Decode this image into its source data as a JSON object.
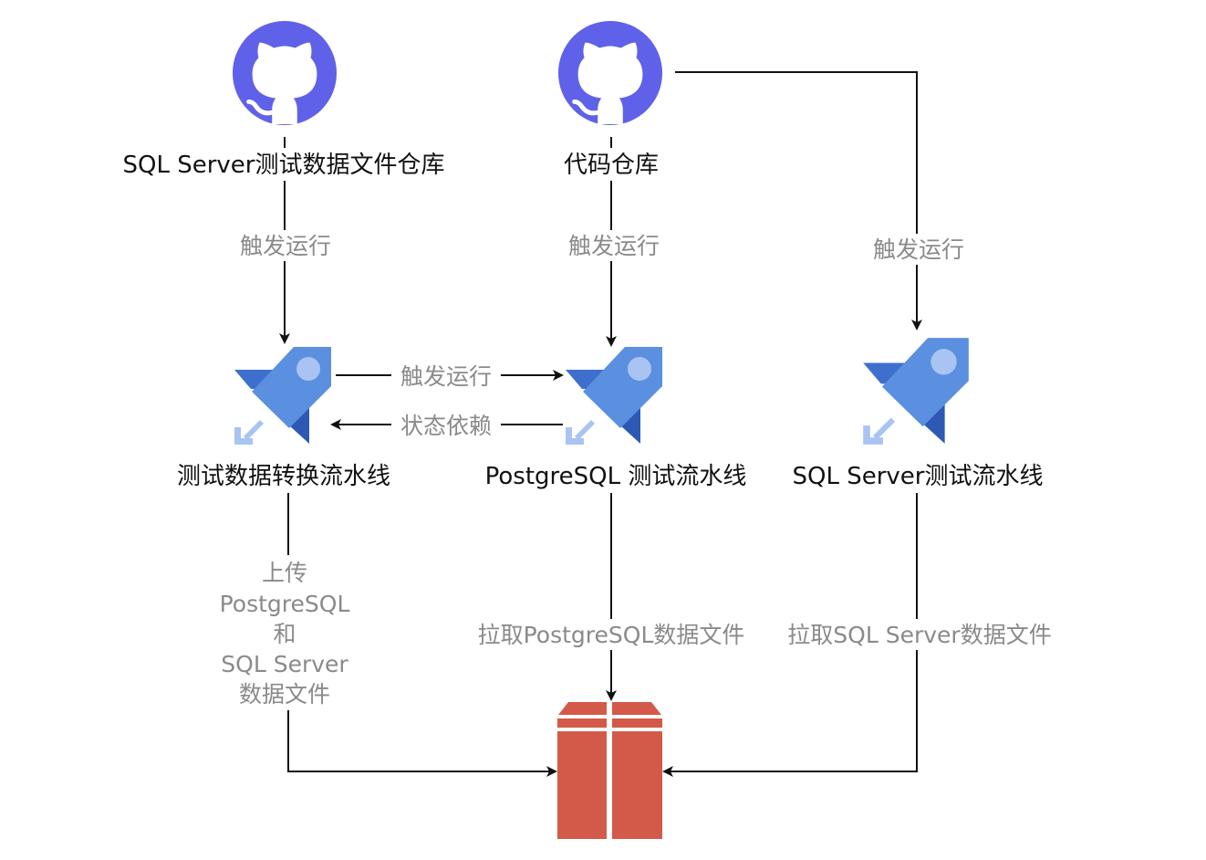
{
  "nodes": {
    "sqlserver_data_repo": {
      "label": "SQL Server测试数据文件仓库",
      "icon": "github-icon"
    },
    "code_repo": {
      "label": "代码仓库",
      "icon": "github-icon"
    },
    "data_convert_pipeline": {
      "label": "测试数据转换流水线",
      "icon": "azure-pipelines-icon"
    },
    "postgres_pipeline": {
      "label": "PostgreSQL 测试流水线",
      "icon": "azure-pipelines-icon"
    },
    "sqlserver_pipeline": {
      "label": "SQL Server测试流水线",
      "icon": "azure-pipelines-icon"
    },
    "artifact_storage": {
      "icon": "artifact-storage-icon"
    }
  },
  "edges": {
    "trigger_1": "触发运行",
    "trigger_2": "触发运行",
    "trigger_3": "触发运行",
    "trigger_4": "触发运行",
    "status_dependency": "状态依赖",
    "upload": [
      "上传",
      "PostgreSQL",
      "和",
      "SQL Server",
      "数据文件"
    ],
    "pull_postgres": "拉取PostgreSQL数据文件",
    "pull_sqlserver": "拉取SQL Server数据文件"
  },
  "colors": {
    "github": "#5f62e8",
    "pipeline_light": "#5b8fe0",
    "pipeline_dark": "#2d59b4",
    "storage": "#d35a48",
    "line": "#111111",
    "edge_label": "#8a8a8a"
  }
}
